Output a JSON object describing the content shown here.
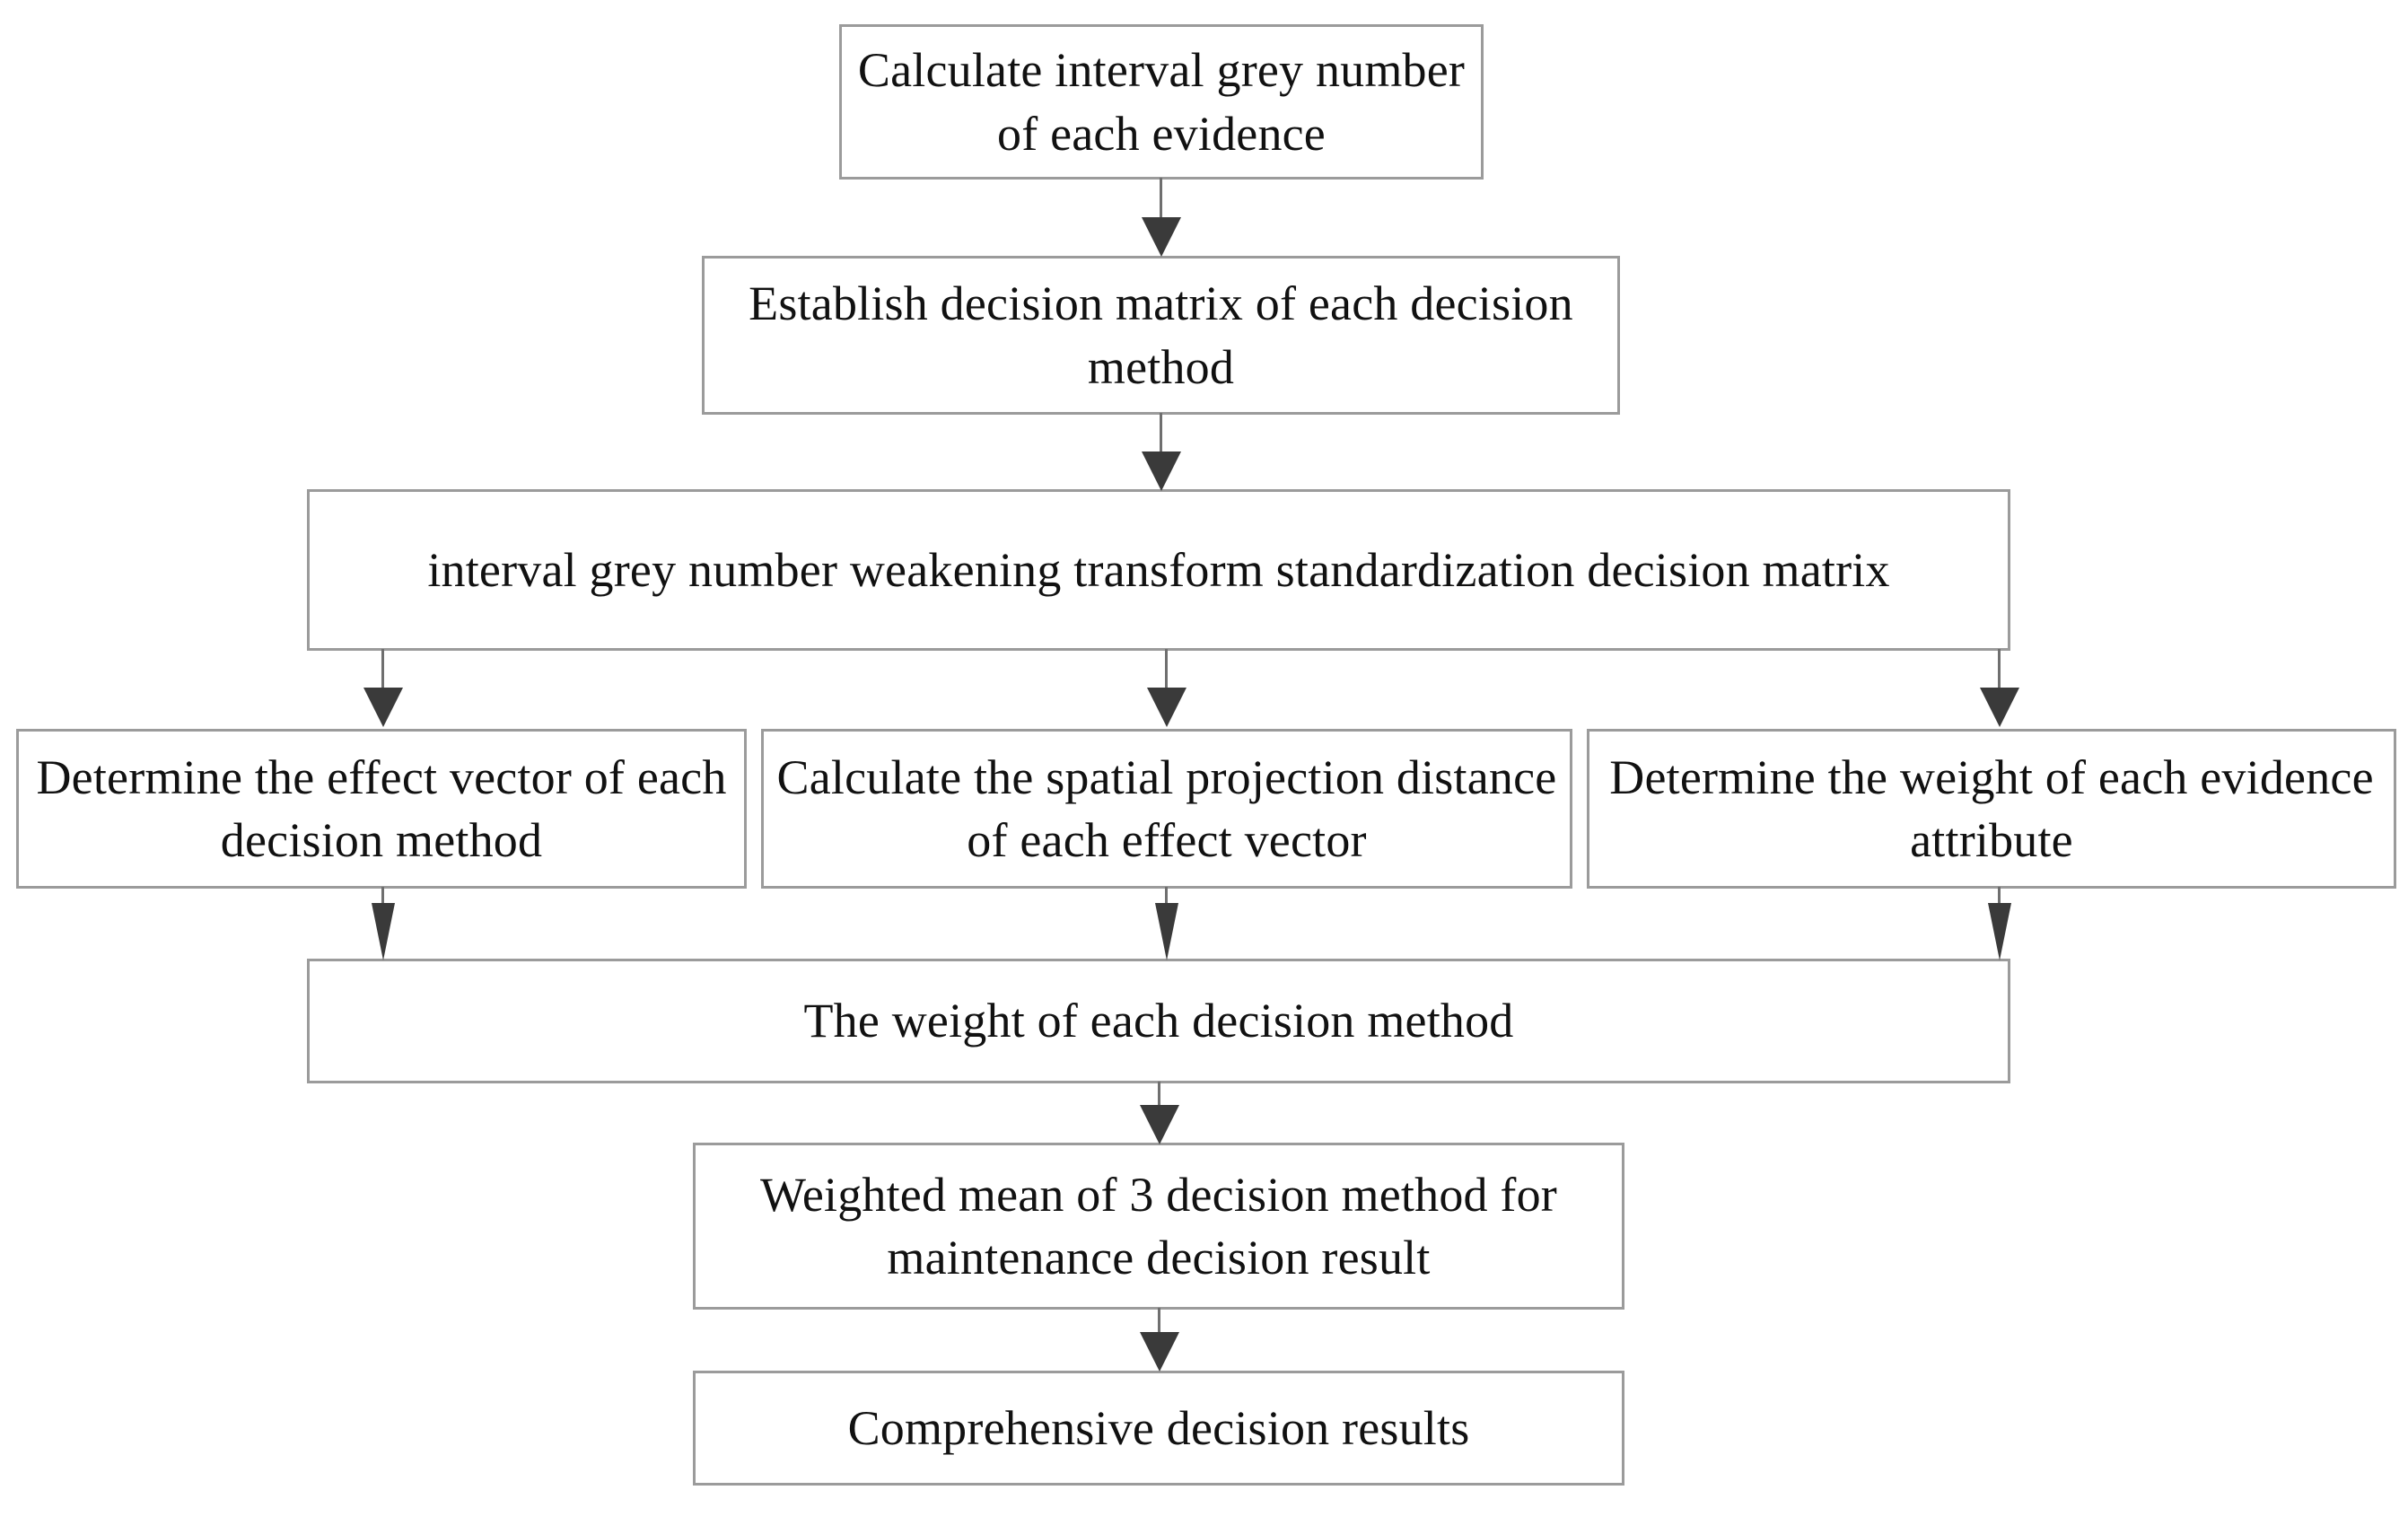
{
  "diagram": {
    "type": "flowchart",
    "orientation": "top-to-bottom",
    "background_color": "#ffffff",
    "box_border_color": "#9b9b9b",
    "connector_color": "#6f6f6f",
    "arrowhead_color": "#3a3a3a",
    "text_color": "#111111",
    "nodes": [
      {
        "id": "calc-grey",
        "label": "Calculate interval grey number of each evidence"
      },
      {
        "id": "establish",
        "label": "Establish decision matrix of each decision method"
      },
      {
        "id": "weaken",
        "label": "interval grey number weakening transform standardization decision matrix"
      },
      {
        "id": "effect-vector",
        "label": "Determine the effect vector of each decision method"
      },
      {
        "id": "projection",
        "label": "Calculate the spatial projection distance of each effect vector"
      },
      {
        "id": "evidence-wt",
        "label": "Determine the weight of each evidence attribute"
      },
      {
        "id": "method-weight",
        "label": "The weight of each decision method"
      },
      {
        "id": "weighted-mean",
        "label": "Weighted mean of 3 decision method for maintenance decision result"
      },
      {
        "id": "final",
        "label": "Comprehensive decision results"
      }
    ],
    "edges": [
      {
        "from": "calc-grey",
        "to": "establish"
      },
      {
        "from": "establish",
        "to": "weaken"
      },
      {
        "from": "weaken",
        "to": "effect-vector"
      },
      {
        "from": "weaken",
        "to": "projection"
      },
      {
        "from": "weaken",
        "to": "evidence-wt"
      },
      {
        "from": "effect-vector",
        "to": "method-weight"
      },
      {
        "from": "projection",
        "to": "method-weight"
      },
      {
        "from": "evidence-wt",
        "to": "method-weight"
      },
      {
        "from": "method-weight",
        "to": "weighted-mean"
      },
      {
        "from": "weighted-mean",
        "to": "final"
      }
    ]
  }
}
